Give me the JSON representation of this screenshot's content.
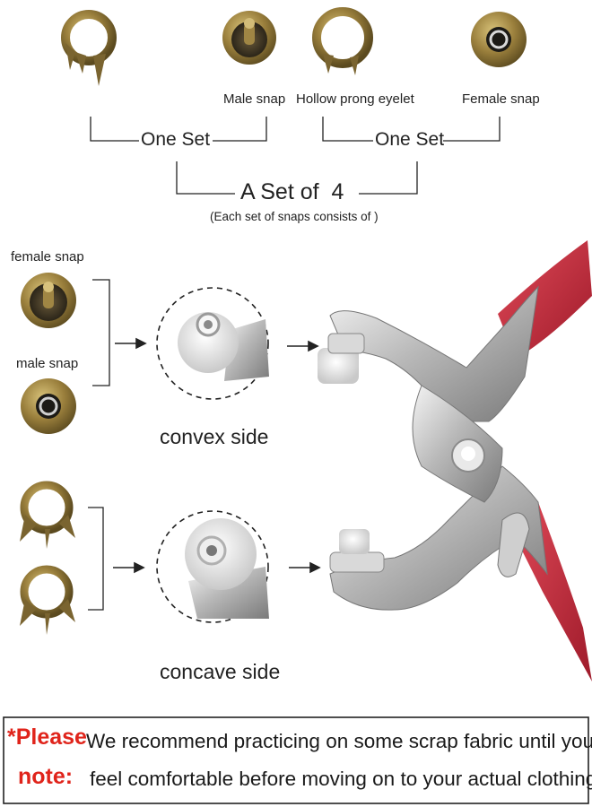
{
  "top_labels": {
    "male_snap": "Male snap",
    "hollow_prong_eyelet": "Hollow prong eyelet",
    "female_snap": "Female snap"
  },
  "groups": {
    "one_set_left": "One Set",
    "one_set_right": "One Set",
    "a_set_of": "A Set of  4",
    "a_set_caption": "(Each set of snaps consists of )"
  },
  "side_labels": {
    "female_snap": "female snap",
    "male_snap": "male snap"
  },
  "die_labels": {
    "convex": "convex side",
    "concave": "concave side"
  },
  "note": {
    "please": "*Please",
    "note": "note:",
    "line1": "We recommend practicing on some scrap fabric until you",
    "line2": "feel comfortable before moving on to your actual clothing"
  },
  "colors": {
    "brass": "#8a7236",
    "handle_red": "#c8283a",
    "note_red": "#e0241b"
  }
}
